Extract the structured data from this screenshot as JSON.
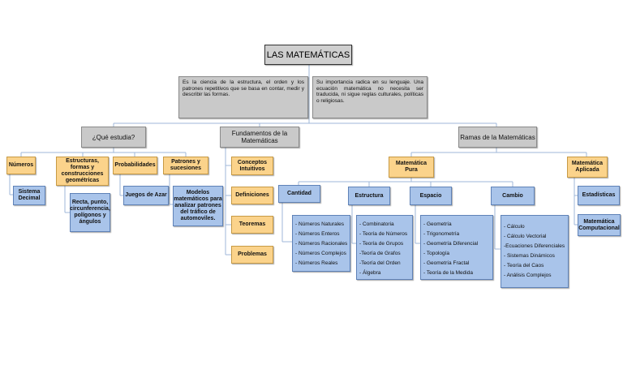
{
  "title": "LAS MATEMÁTICAS",
  "desc_left": "Es la ciencia de la estructura, el orden y los patrones repetitivos que se basa en contar, medir y describir las formas.",
  "desc_right": "Su importancia radica en su lenguaje. Una ecuación matemática no necesita ser traducida, ni sigue reglas culturales, políticas o religiosas.",
  "que_estudia": "¿Qué estudia?",
  "fundamentos": "Fundamentos de la Matemáticas",
  "ramas": "Ramas de la Matemáticas",
  "que_children": {
    "numeros": "Números",
    "estructuras": "Estructuras, formas y construcciones geométricas",
    "probabilidades": "Probabilidades",
    "patrones": "Patrones y sucesiones"
  },
  "que_details": {
    "sistema": "Sistema Decimal",
    "recta": "Recta, punto, circunferencia, polígonos y ángulos",
    "juegos": "Juegos de Azar",
    "modelos": "Modelos matemáticos para analizar patrones del tráfico de automoviles."
  },
  "fundamentos_items": [
    "Conceptos Intuitivos",
    "Definiciones",
    "Teoremas",
    "Problemas"
  ],
  "pura": "Matemática Pura",
  "aplicada": "Matemática Aplicada",
  "pura_children": {
    "cantidad": "Cantidad",
    "estructura": "Estructura",
    "espacio": "Espacio",
    "cambio": "Cambio"
  },
  "cantidad_list": [
    "- Números Naturales",
    "- Números Enteros",
    "- Números Racionales",
    "- Números Complejos",
    "- Números Reales"
  ],
  "estructura_list": [
    "- Combinatoria",
    "- Teoría de Números",
    "- Teoría de Grupos",
    "-Teoría de Grafos",
    "-Teoría del Orden",
    "- Álgebra"
  ],
  "espacio_list": [
    "- Geometría",
    "- Trigonometría",
    "- Geometría Diferencial",
    "- Topología",
    "- Geometría Fractal",
    "- Teoría de la Medida"
  ],
  "cambio_list": [
    "- Cálculo",
    "- Cálculo Vectorial",
    "-Ecuaciones Diferenciales",
    "- Sistemas Dinámicos",
    "- Teoría del Caos",
    "- Análisis Complejos"
  ],
  "aplicada_children": [
    "Estadísticas",
    "Matemática Computacional"
  ],
  "colors": {
    "gray": "#c9c9c9",
    "orange": "#fbd38b",
    "blue": "#a9c4ea",
    "line": "#7a9cc8"
  }
}
